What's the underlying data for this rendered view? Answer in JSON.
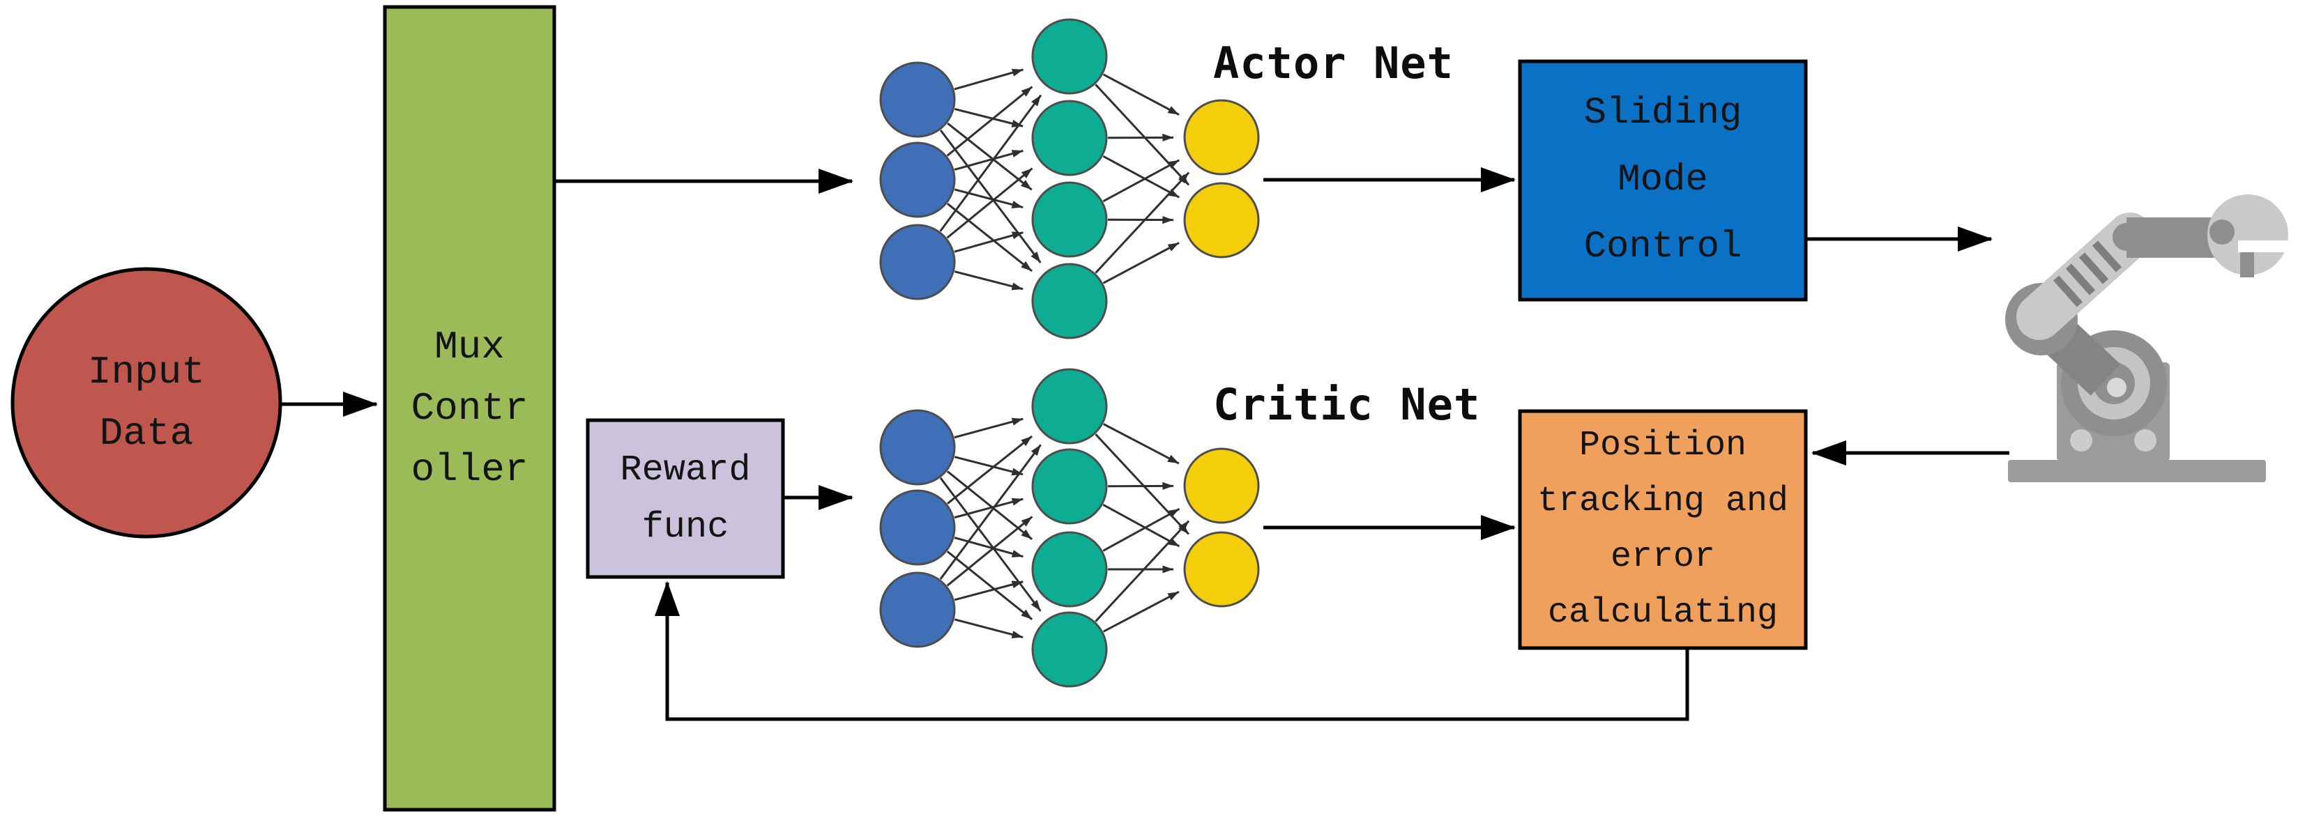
{
  "palette": {
    "input_data_fill": "#BF574E",
    "mux_fill": "#9BBB59",
    "reward_fill": "#CBC2DB",
    "sliding_fill": "#0B71C4",
    "position_fill": "#EFA05C",
    "node_input_layer": "#3E6FB7",
    "node_hidden_layer": "#0EAC92",
    "node_output_layer": "#F5CE0B",
    "edge_color": "#303030",
    "connector_color": "#000000",
    "robot_light": "#c9c9c9",
    "robot_mid": "#9b9b9b",
    "robot_dark": "#868686"
  },
  "blocks": {
    "input_data": {
      "lines": [
        "Input",
        "Data"
      ]
    },
    "mux_controller": {
      "lines": [
        "Mux",
        "Contr",
        "oller"
      ]
    },
    "reward_func": {
      "lines": [
        "Reward",
        "func"
      ]
    },
    "sliding_mode_control": {
      "lines": [
        "Sliding",
        "Mode",
        "Control"
      ]
    },
    "position_tracking": {
      "lines": [
        "Position",
        "tracking and",
        "error",
        "calculating"
      ]
    }
  },
  "networks": {
    "actor": {
      "label": "Actor Net",
      "input_nodes": 3,
      "hidden_nodes": 4,
      "output_nodes": 2
    },
    "critic": {
      "label": "Critic Net",
      "input_nodes": 3,
      "hidden_nodes": 4,
      "output_nodes": 2
    }
  },
  "icons": {
    "robot_arm": "robot-arm-icon"
  }
}
